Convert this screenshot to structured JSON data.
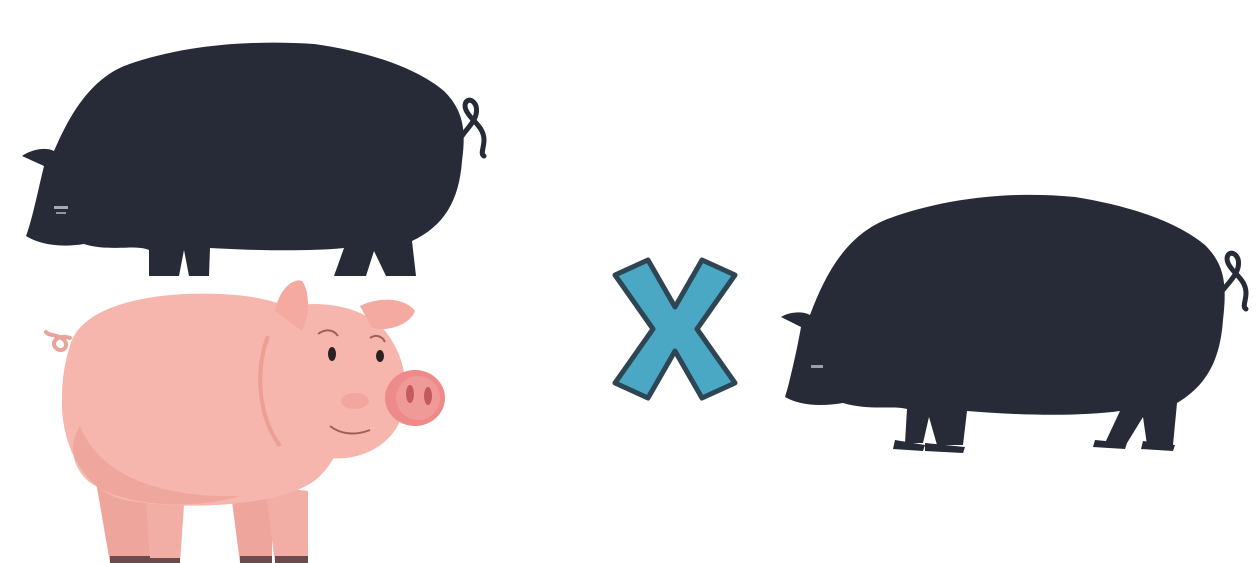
{
  "scene": {
    "items": [
      {
        "name": "dark-pig-silhouette-icon",
        "role": "parent"
      },
      {
        "name": "pink-pig-icon",
        "role": "parent"
      },
      {
        "name": "cross-icon",
        "role": "operator"
      },
      {
        "name": "dark-pig-silhouette-icon",
        "role": "result"
      }
    ]
  },
  "colors": {
    "background": "#ffffff",
    "silhouette": "#272b38",
    "pig_body": "#f6b6ad",
    "pig_shadow": "#e58f86",
    "pig_snout": "#ee8a8a",
    "cross_fill": "#4aa8c5",
    "cross_stroke": "#2e4654"
  }
}
